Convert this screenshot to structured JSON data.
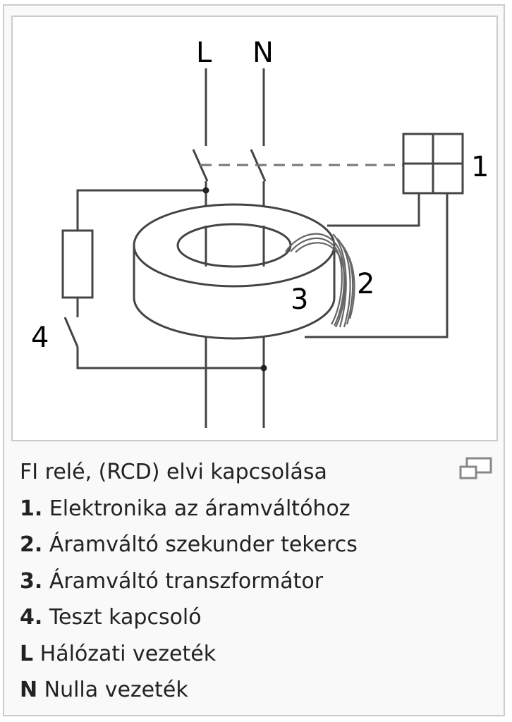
{
  "diagram": {
    "labels": {
      "L": "L",
      "N": "N",
      "one": "1",
      "two": "2",
      "three": "3",
      "four": "4"
    }
  },
  "caption": {
    "title": "FI relé, (RCD) elvi kapcsolása",
    "items": [
      {
        "key": "1.",
        "text": " Elektronika az áramváltóhoz"
      },
      {
        "key": "2.",
        "text": " Áramváltó szekunder tekercs"
      },
      {
        "key": "3.",
        "text": " Áramváltó transzformátor"
      },
      {
        "key": "4.",
        "text": " Teszt kapcsoló"
      },
      {
        "key": "L",
        "text": " Hálózati vezeték"
      },
      {
        "key": "N",
        "text": " Nulla vezeték"
      }
    ]
  },
  "icons": {
    "magnify": "magnify-icon"
  }
}
